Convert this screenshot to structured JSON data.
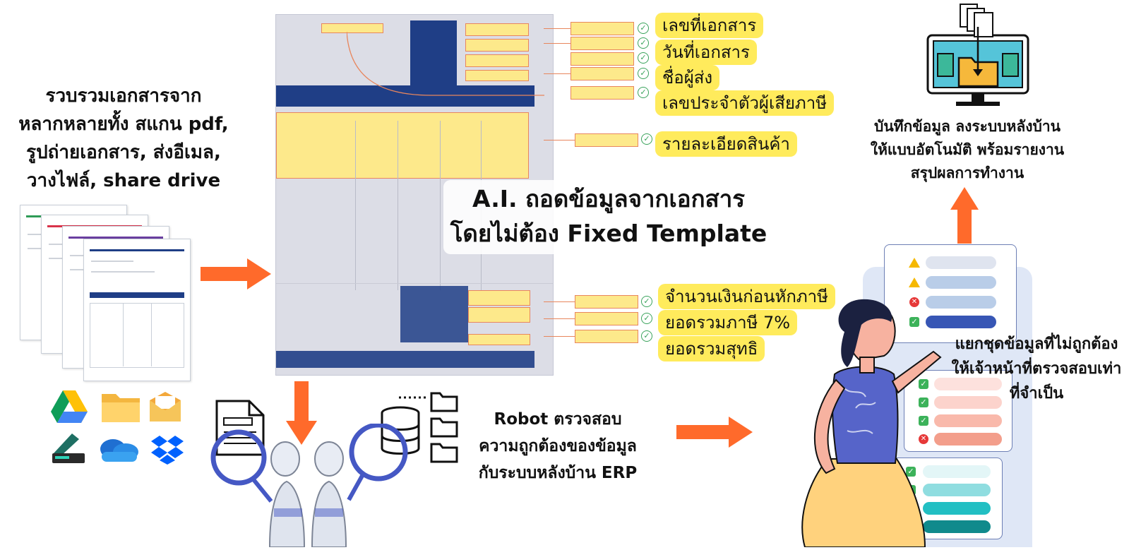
{
  "left": {
    "title_lines": [
      "รวบรวมเอกสารจาก",
      "หลากหลายทั้ง สแกน pdf,",
      "รูปถ่ายเอกสาร, ส่งอีเมล,",
      "วางไฟล์, share drive"
    ]
  },
  "center": {
    "ai_title_lines": [
      "A.I. ถอดข้อมูลจากเอกสาร",
      "โดยไม่ต้อง Fixed Template"
    ]
  },
  "extracted_fields": {
    "top": [
      "เลขที่เอกสาร",
      "วันที่เอกสาร",
      "ชื่อผู้ส่ง",
      "เลขประจำตัวผู้เสียภาษี"
    ],
    "detail": "รายละเอียดสินค้า",
    "totals": [
      "จำนวนเงินก่อนหักภาษี",
      "ยอดรวมภาษี 7%",
      "ยอดรวมสุทธิ"
    ]
  },
  "robot": {
    "text_lines": [
      "Robot ตรวจสอบ",
      "ความถูกต้องของข้อมูล",
      "กับระบบหลังบ้าน ERP"
    ]
  },
  "right": {
    "top_text_lines": [
      "บันทึกข้อมูล ลงระบบหลังบ้าน",
      "ให้แบบอัตโนมัติ พร้อมรายงาน",
      "สรุปผลการทำงาน"
    ],
    "mid_text_lines": [
      "แยกชุดข้อมูลที่ไม่ถูกต้อง",
      "ให้เจ้าหน้าที่ตรวจสอบเท่า",
      "ที่จำเป็น"
    ]
  },
  "sources": {
    "icons": [
      "google-drive-icon",
      "folder-icon",
      "email-icon",
      "scanner-icon",
      "onedrive-icon",
      "dropbox-icon"
    ]
  },
  "colors": {
    "accent_orange": "#ff6a2b",
    "highlight_yellow": "#ffeb5c",
    "form_navy": "#1f3e86",
    "check_green": "#3cb25a",
    "error_red": "#e63838"
  }
}
